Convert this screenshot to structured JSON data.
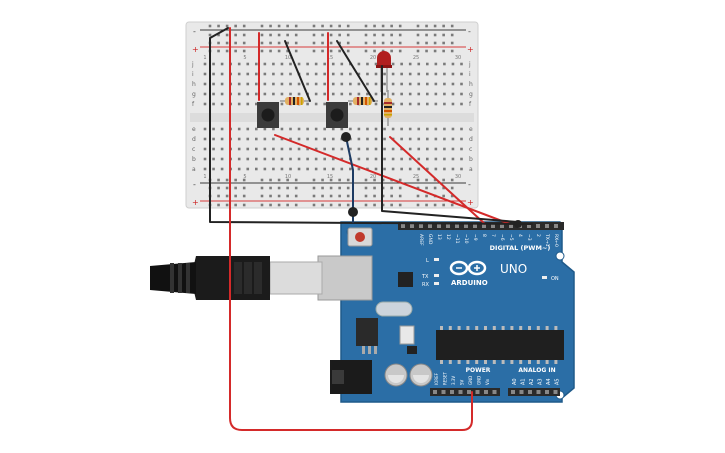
{
  "breadboard": {
    "rail_plus": "+",
    "rail_minus": "-",
    "row_letters_top": [
      "j",
      "i",
      "h",
      "g",
      "f"
    ],
    "row_letters_bottom": [
      "e",
      "d",
      "c",
      "b",
      "a"
    ],
    "column_numbers": [
      "1",
      "5",
      "10",
      "15",
      "20",
      "25",
      "30"
    ]
  },
  "components": {
    "button_1": "pushbutton",
    "button_2": "pushbutton",
    "resistor_1": "resistor",
    "resistor_2": "resistor",
    "resistor_3": "resistor",
    "led": "red LED"
  },
  "arduino": {
    "logo_text": "ARDUINO",
    "model": "UNO",
    "digital_label": "DIGITAL (PWM~)",
    "power_label": "POWER",
    "analog_label": "ANALOG IN",
    "on_label": "ON",
    "led_l": "L",
    "led_tx": "TX",
    "led_rx": "RX",
    "digital_pins": [
      "AREF",
      "GND",
      "13",
      "12",
      "~11",
      "~10",
      "~9",
      "8",
      "7",
      "~6",
      "~5",
      "4",
      "~3",
      "2",
      "TX→1",
      "RX←0"
    ],
    "power_pins": [
      "IOREF",
      "RESET",
      "3.3V",
      "5V",
      "GND",
      "GND",
      "Vin"
    ],
    "analog_pins": [
      "A0",
      "A1",
      "A2",
      "A3",
      "A4",
      "A5"
    ]
  },
  "colors": {
    "board": "#2b6ea6",
    "board_edge": "#1f5a8a",
    "breadboard": "#e6e6e6",
    "wire_red": "#d42a2a",
    "wire_black": "#222222",
    "wire_navy": "#1d3b63",
    "rail_red": "#d83a3a",
    "rail_dark": "#3a3a3a"
  }
}
